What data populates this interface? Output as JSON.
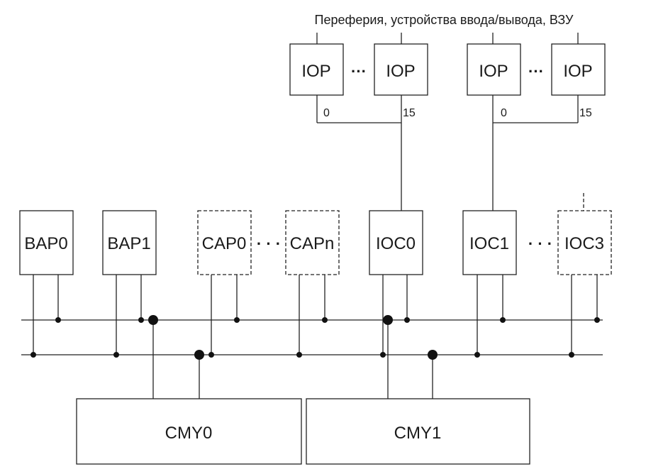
{
  "header": {
    "caption": "Переферия, устройства ввода/вывода, ВЗУ"
  },
  "iop_groups": [
    {
      "left_label": "IOP",
      "right_label": "IOP",
      "left_port": "0",
      "right_port": "15"
    },
    {
      "left_label": "IOP",
      "right_label": "IOP",
      "left_port": "0",
      "right_port": "15"
    }
  ],
  "processors": {
    "bap0": "BAP0",
    "bap1": "BAP1",
    "cap0": "CAP0",
    "capn": "CAPn",
    "ioc0": "IOC0",
    "ioc1": "IOC1",
    "ioc3": "IOC3"
  },
  "memory": {
    "cmy0": "CMY0",
    "cmy1": "CMY1"
  }
}
